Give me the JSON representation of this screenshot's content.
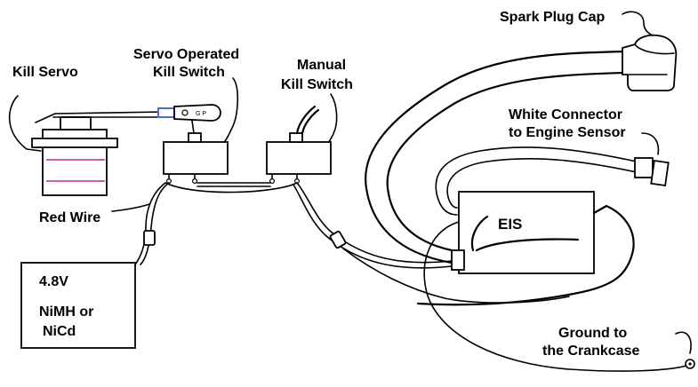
{
  "labels": {
    "spark_plug_cap": "Spark Plug Cap",
    "kill_servo": "Kill Servo",
    "servo_kill_switch_line1": "Servo Operated",
    "servo_kill_switch_line2": "Kill Switch",
    "manual_kill_switch_line1": "Manual",
    "manual_kill_switch_line2": "Kill Switch",
    "white_connector_line1": "White Connector",
    "white_connector_line2": "to Engine Sensor",
    "red_wire": "Red Wire",
    "ground_line1": "Ground to",
    "ground_line2": "the Crankcase",
    "eis": "EIS",
    "servo_arm_mark": "G P"
  },
  "battery": {
    "voltage": "4.8V",
    "type_line1": "NiMH or",
    "type_line2": "NiCd"
  },
  "colors": {
    "servo_stripe": "#c0258f",
    "servo_link": "#4a6fd0"
  }
}
